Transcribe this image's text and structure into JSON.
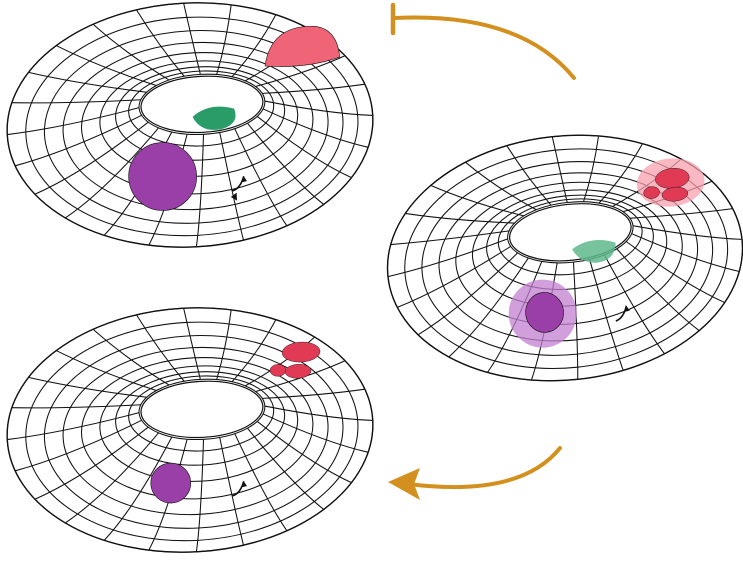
{
  "colors": {
    "background": "#ffffff",
    "mesh": "#111111",
    "arrow": "#d4901e",
    "purple": "#9a3ea8",
    "purple_halo": "#c27fd0",
    "green": "#2a9c68",
    "green_soft": "#5fb98d",
    "red": "#f06478",
    "red_deep": "#e03a55",
    "red_halo": "#f7a0ad"
  },
  "tori": [
    {
      "id": "torus-top-left",
      "stage": 1,
      "patches": [
        {
          "name": "red-patch",
          "color": "red",
          "shape": "single-large"
        },
        {
          "name": "green-patch",
          "color": "green",
          "shape": "single-small"
        },
        {
          "name": "purple-patch",
          "color": "purple",
          "shape": "single-large"
        }
      ],
      "cycle_arrows": 2
    },
    {
      "id": "torus-right",
      "stage": 2,
      "patches": [
        {
          "name": "red-patch",
          "color": "red",
          "shape": "fragmented-with-halo"
        },
        {
          "name": "green-patch",
          "color": "green",
          "shape": "faded"
        },
        {
          "name": "purple-patch",
          "color": "purple",
          "shape": "with-halo"
        }
      ],
      "cycle_arrows": 1
    },
    {
      "id": "torus-bottom-left",
      "stage": 3,
      "patches": [
        {
          "name": "red-patch",
          "color": "red",
          "shape": "fragmented"
        },
        {
          "name": "purple-patch",
          "color": "purple",
          "shape": "single-small"
        }
      ],
      "cycle_arrows": 1
    }
  ],
  "transitions": [
    {
      "name": "arrow-right-to-top-left",
      "from": "torus-right",
      "to": "torus-top-left",
      "head": "bar"
    },
    {
      "name": "arrow-right-to-bottom-left",
      "from": "torus-right",
      "to": "torus-bottom-left",
      "head": "arrow"
    }
  ]
}
